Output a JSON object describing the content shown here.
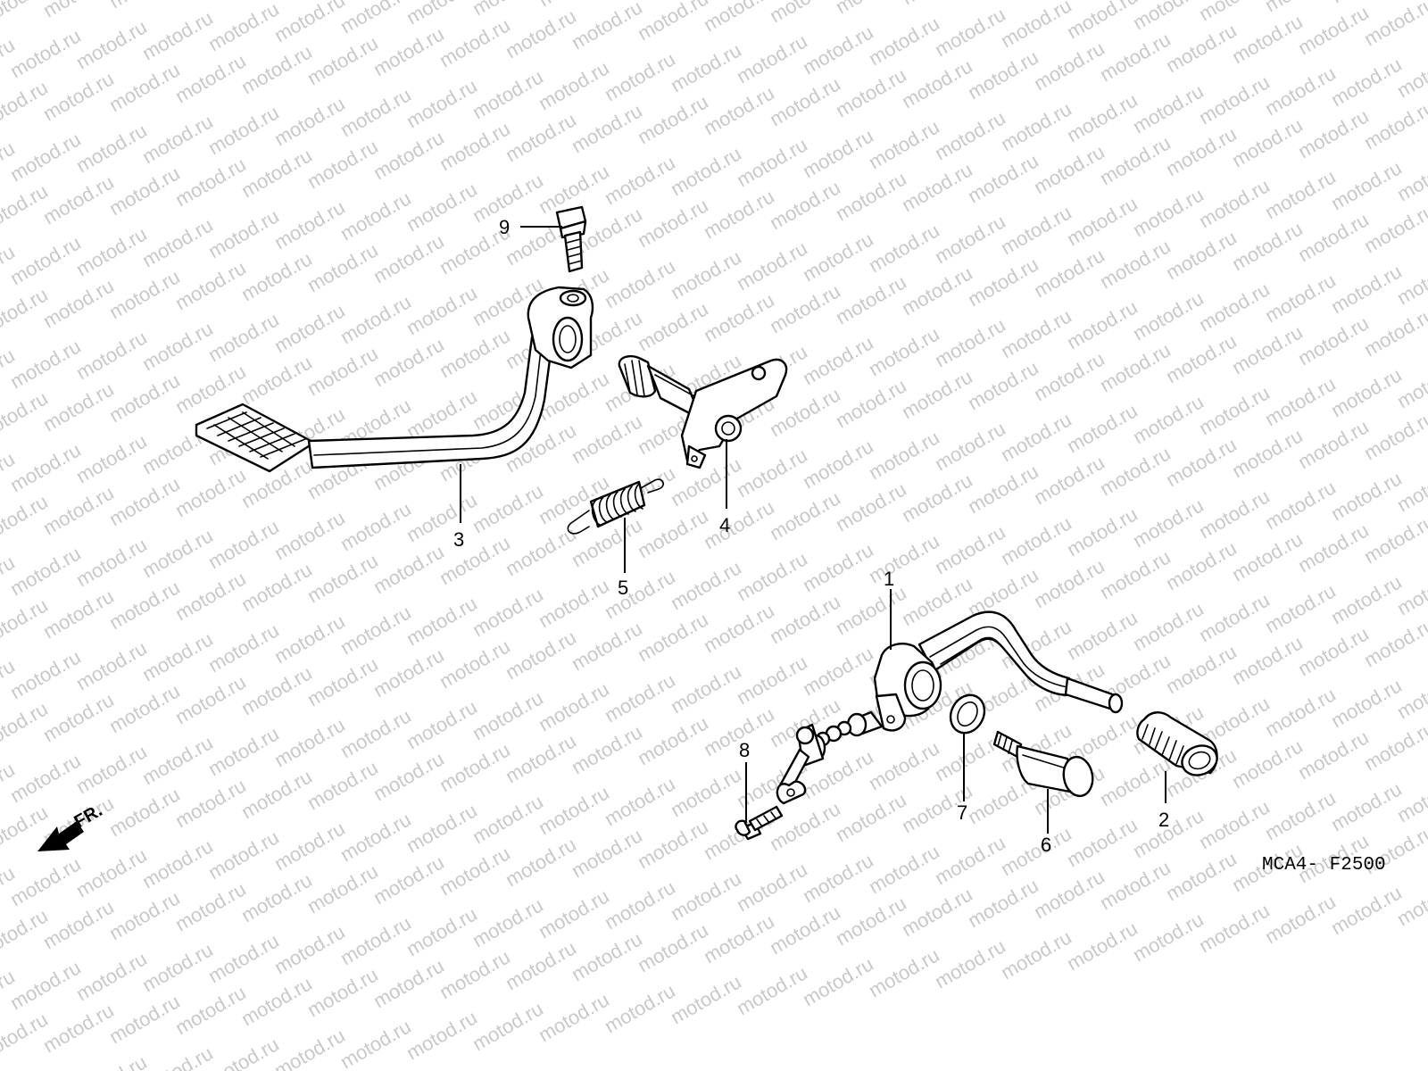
{
  "watermark": "motod.ru",
  "diagram_code": "MCA4- F2500",
  "direction_label": "FR.",
  "callouts": [
    {
      "id": "1",
      "label": "1"
    },
    {
      "id": "2",
      "label": "2"
    },
    {
      "id": "3",
      "label": "3"
    },
    {
      "id": "4",
      "label": "4"
    },
    {
      "id": "5",
      "label": "5"
    },
    {
      "id": "6",
      "label": "6"
    },
    {
      "id": "7",
      "label": "7"
    },
    {
      "id": "8",
      "label": "8"
    },
    {
      "id": "9",
      "label": "9"
    }
  ]
}
